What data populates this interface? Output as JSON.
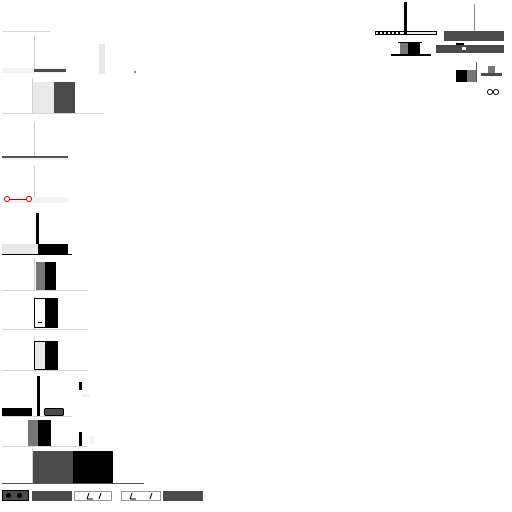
{
  "colors": {
    "black": "#000000",
    "dark": "#4a4a4a",
    "mid": "#777777",
    "light": "#e9e9e9",
    "accent_red": "#c00000"
  },
  "icons": {
    "zoom_handle_a": "hollow-circle",
    "zoom_handle_b": "hollow-circle",
    "view_toggle": "double-circle"
  }
}
